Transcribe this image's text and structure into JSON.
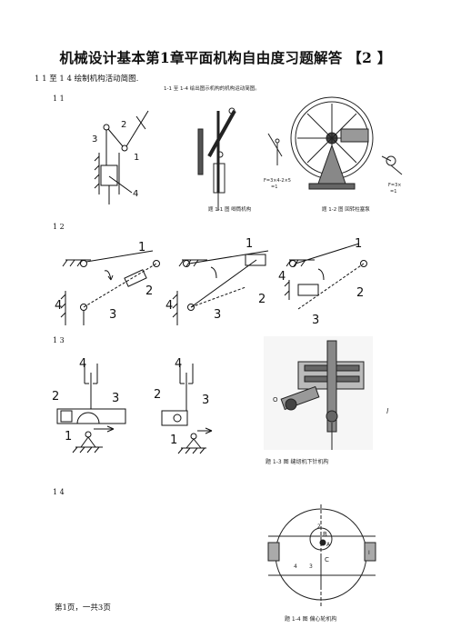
{
  "header": {
    "title": "机械设计基本第1章平面机构自由度习题解答 【2 】"
  },
  "intro": "1 1 至 1 4  绘制机构活动简图.",
  "sections": [
    {
      "label": "1 1"
    },
    {
      "label": "1 2"
    },
    {
      "label": "1 3"
    },
    {
      "label": "1 4"
    }
  ],
  "fig1_1": {
    "heading": "1-1 至 1-4   绘出图示机构的机构运动简图。",
    "caption_a": "题 1-1 图    唧筒机构",
    "caption_b": "题 1-2 图    回转柱塞泵",
    "formula_a": "F=3×4-2×5",
    "formula_b": "F=3×",
    "formula_c": "=1"
  },
  "fig1_3": {
    "caption": "题 1-3 图    缝纫机下针机构",
    "side_mark": "l"
  },
  "fig1_4": {
    "caption": "题 1-4 图    偏心轮机构"
  },
  "num": {
    "n1": "1",
    "n2": "2",
    "n3": "3",
    "n4": "4",
    "B": "B",
    "C": "C",
    "A": "A",
    "I": "I",
    "O": "O"
  },
  "footer": {
    "page": "第1页，一共3页"
  }
}
